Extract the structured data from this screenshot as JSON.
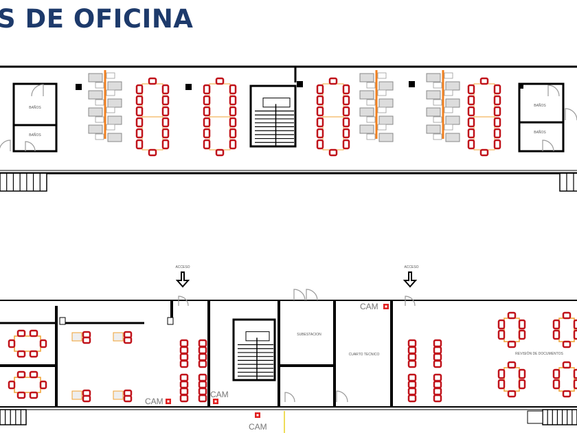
{
  "title": "S DE OFICINA",
  "upper_floor": {
    "rooms": {
      "bath_1": "BAÑOS",
      "bath_2": "BAÑOS",
      "bath_3": "BAÑOS",
      "bath_4": "BAÑOS"
    }
  },
  "lower_floor": {
    "access_1": "ACCESO",
    "access_2": "ACCESO",
    "substation": "SUBESTACION",
    "tech_room": "CUARTO TECNICO",
    "doc_review": "REVISIÓN DE DOCUMENTOS",
    "cameras": [
      "CAM",
      "CAM",
      "CAM",
      "CAM"
    ]
  },
  "colors": {
    "title": "#1d3a6b",
    "chair": "#c0121a",
    "table": "#f0a030",
    "wall": "#000000",
    "camera": "#e02020"
  }
}
